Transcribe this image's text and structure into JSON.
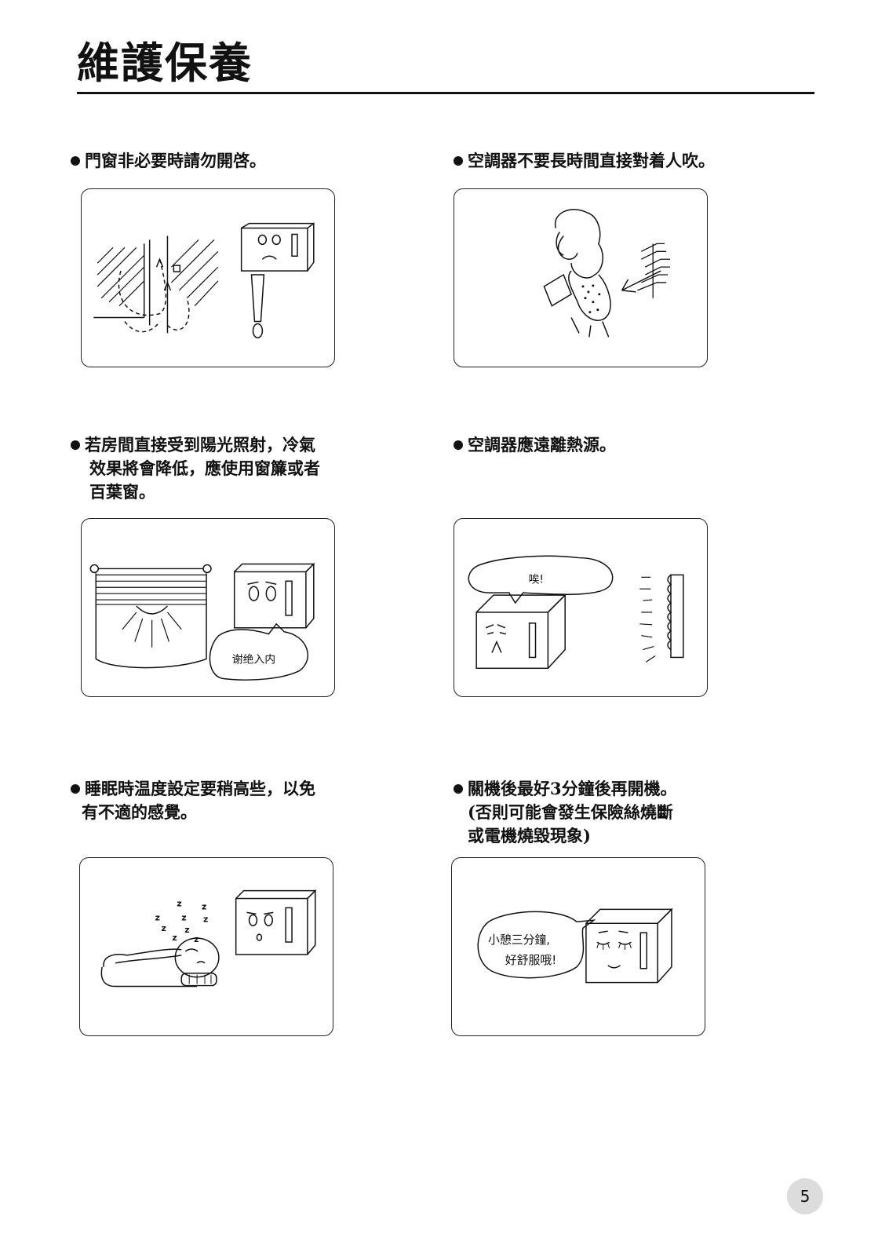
{
  "page": {
    "title": "維護保養",
    "page_number": "5"
  },
  "tips": [
    {
      "lines": [
        "門窗非必要時請勿開啓。"
      ]
    },
    {
      "lines": [
        "空調器不要長時間直接對着人吹。"
      ]
    },
    {
      "lines": [
        "若房間直接受到陽光照射，冷氣",
        "效果將會降低，應使用窗簾或者",
        "百葉窗。"
      ],
      "bubble": "谢绝入内"
    },
    {
      "lines": [
        "空調器應遠離熱源。"
      ],
      "bubble": "唉!"
    },
    {
      "lines": [
        "睡眠時温度設定要稍高些，以免",
        "有不適的感覺。"
      ],
      "sleep_text": "z"
    },
    {
      "lines": [
        "關機後最好3分鐘後再開機。",
        "(否則可能會發生保險絲燒斷",
        "或電機燒毀現象)"
      ],
      "bubble_line1": "小憩三分鐘,",
      "bubble_line2": "好舒服哦!"
    }
  ]
}
